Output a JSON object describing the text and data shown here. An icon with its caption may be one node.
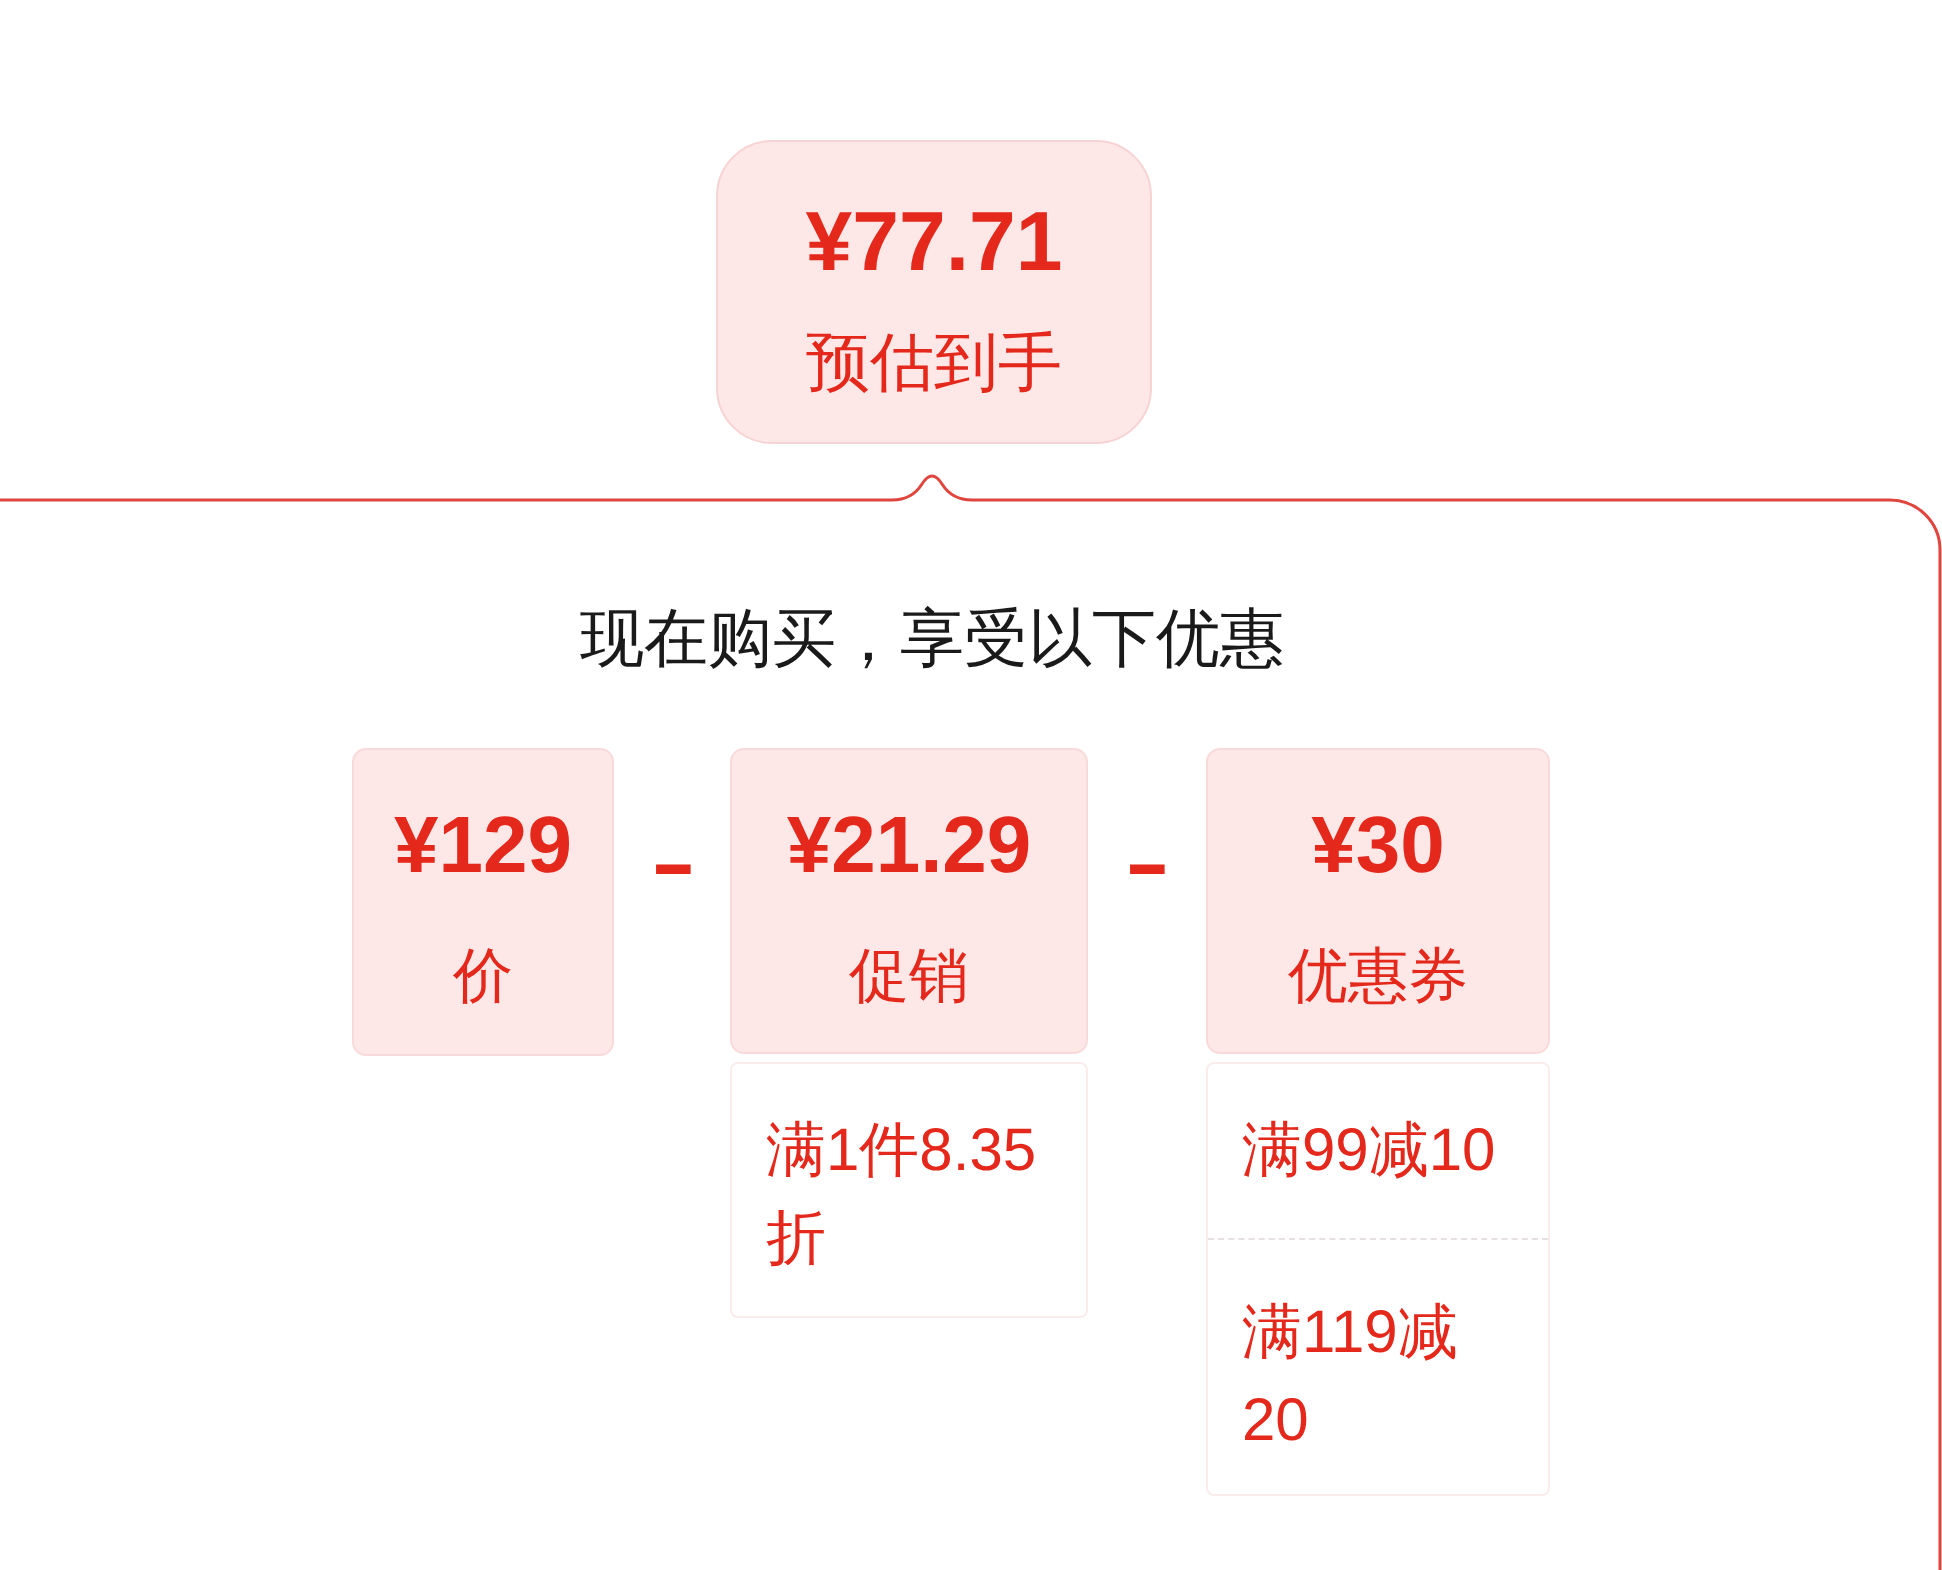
{
  "diagram": {
    "nodes": [
      {
        "text": [
          "¥77.71",
          "预估到手"
        ]
      },
      {
        "text": [
          "现在购买，享受以下优惠"
        ]
      },
      {
        "text": [
          "¥129",
          "价"
        ],
        "in": 1
      },
      {
        "text": [
          "¥21.29",
          "促销"
        ],
        "in": 1
      },
      {
        "text": [
          "¥30",
          "优惠券"
        ],
        "in": 1
      },
      {
        "text": [
          "满1件8.35折"
        ],
        "in": 1
      },
      {
        "text": [
          "满99减10",
          "满119减20"
        ],
        "in": 1
      }
    ],
    "labels": [
      "-",
      "-"
    ]
  }
}
